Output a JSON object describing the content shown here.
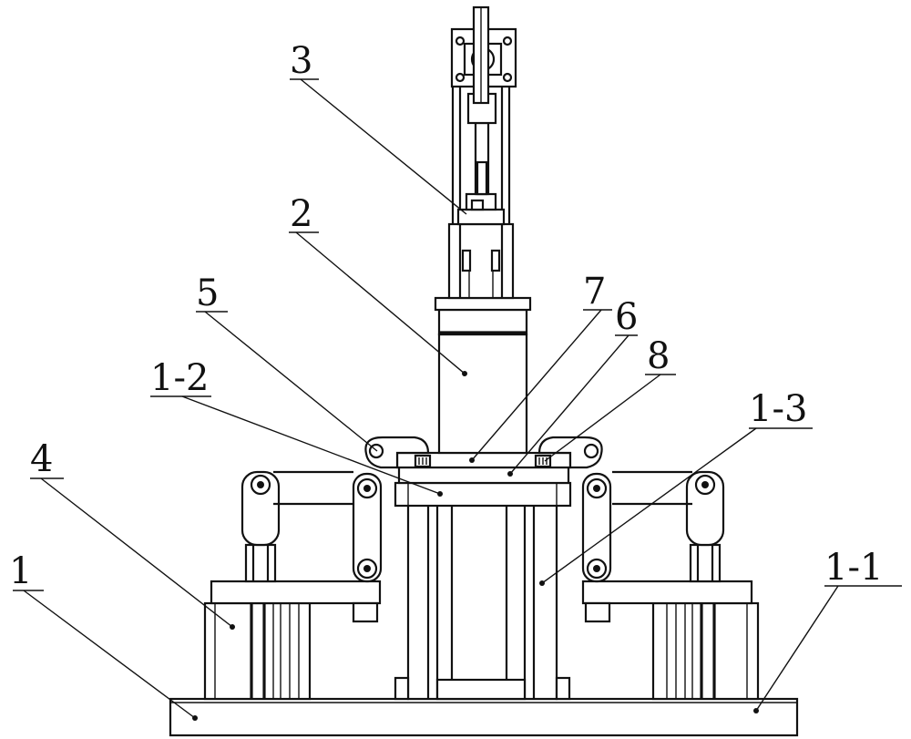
{
  "labels": {
    "l1": "1",
    "l1_1": "1-1",
    "l1_2": "1-2",
    "l1_3": "1-3",
    "l2": "2",
    "l3": "3",
    "l4": "4",
    "l5": "5",
    "l6": "6",
    "l7": "7",
    "l8": "8"
  }
}
